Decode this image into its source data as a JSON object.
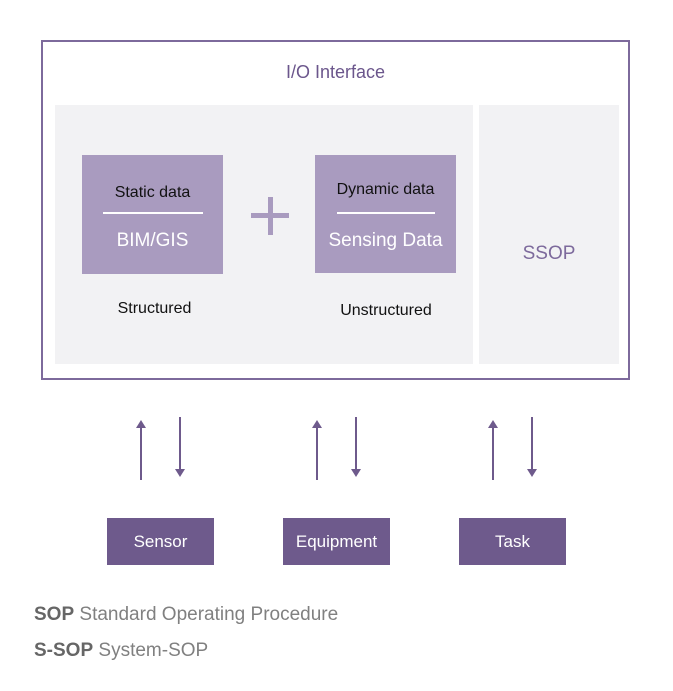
{
  "io_interface": {
    "title": "I/O Interface",
    "ssop_label": "SSOP"
  },
  "static_data": {
    "top_label": "Static data",
    "bottom_label": "BIM/GIS",
    "caption": "Structured"
  },
  "dynamic_data": {
    "top_label": "Dynamic data",
    "bottom_label": "Sensing Data",
    "caption": "Unstructured"
  },
  "nodes": [
    {
      "label": "Sensor"
    },
    {
      "label": "Equipment"
    },
    {
      "label": "Task"
    }
  ],
  "legend": [
    {
      "term": "SOP",
      "definition": "Standard Operating Procedure"
    },
    {
      "term": "S-SOP",
      "definition": "System-SOP"
    }
  ],
  "colors": {
    "frame": "#7d6a9c",
    "panel": "#f2f2f4",
    "data_box": "#a99bbf",
    "node_box": "#6e5a8c",
    "arrow": "#6e5a8c"
  }
}
